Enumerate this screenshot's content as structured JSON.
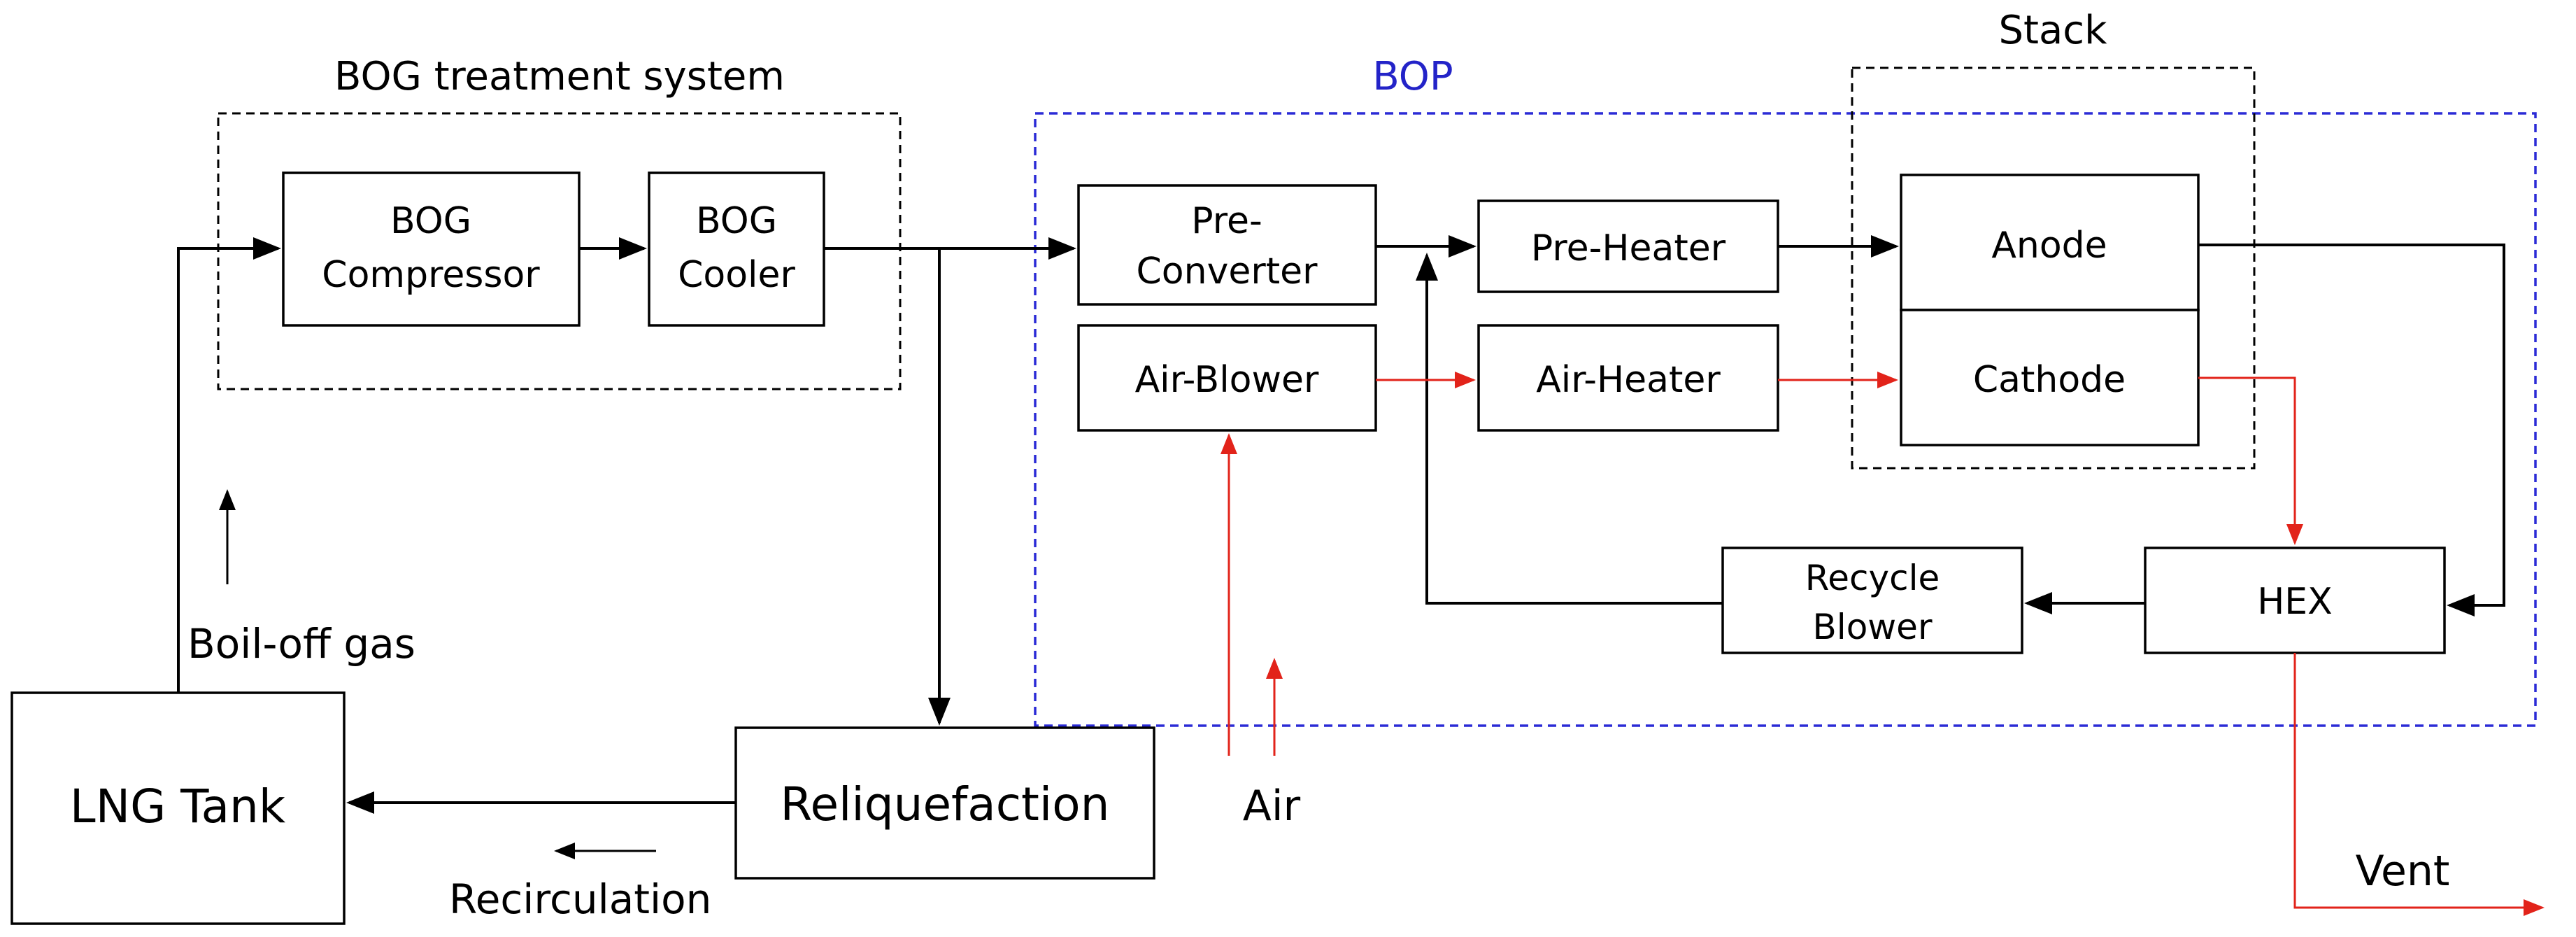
{
  "groups": {
    "bog_treatment": "BOG treatment system",
    "bop": "BOP",
    "stack": "Stack"
  },
  "components": {
    "bog_compressor": [
      "BOG",
      "Compressor"
    ],
    "bog_cooler": [
      "BOG",
      "Cooler"
    ],
    "pre_converter": [
      "Pre-",
      "Converter"
    ],
    "pre_heater": "Pre-Heater",
    "anode": "Anode",
    "air_blower": "Air-Blower",
    "air_heater": "Air-Heater",
    "cathode": "Cathode",
    "recycle_blower": [
      "Recycle",
      "Blower"
    ],
    "hex": "HEX",
    "lng_tank": "LNG Tank",
    "reliquefaction": "Reliquefaction"
  },
  "labels": {
    "boil_off_gas": "Boil-off gas",
    "recirculation": "Recirculation",
    "air": "Air",
    "vent": "Vent"
  },
  "colors": {
    "process_flow": "#000000",
    "air_flow": "#e2231a",
    "bop_boundary": "#2b2bd6",
    "bop_label": "#2323c8"
  }
}
